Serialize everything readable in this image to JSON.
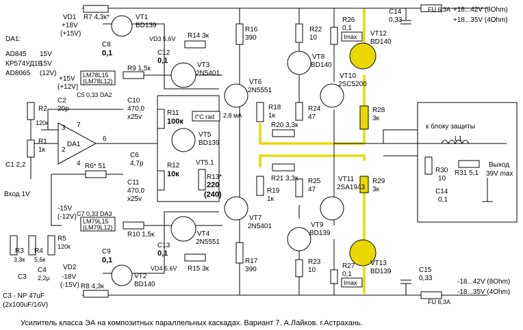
{
  "caption": "Усилитель класса ЭА на композитных параллельных каскадах. Вариант 7.     А.Лайков. г.Астрахань.",
  "opamp_note": {
    "title": "DA1:",
    "lines": [
      {
        "part": "AD845",
        "volt": "15V"
      },
      {
        "part": "КР574УД1Б",
        "volt": "15V"
      },
      {
        "part": "AD8065",
        "volt": "(12V)"
      }
    ]
  },
  "supply": {
    "pos_fuse": "FU 6,3A",
    "pos1": "+18...42V (8Ohm)",
    "pos2": "+18...35V (4Ohm)",
    "neg_fuse": "FU 6,3A",
    "neg1": "-18...42V (8Ohm)",
    "neg2": "-18...35V (4Ohm)"
  },
  "labels": {
    "vd1": "VD1",
    "vd1v": "+18V",
    "vd1v2": "(+15V)",
    "vd2": "VD2",
    "vd2v": "-18V",
    "vd2v2": "(-15V)",
    "r7": "R7  4,3к*",
    "r8": "R8  4,3к",
    "vt1": "VT1",
    "vt1t": "BD139",
    "vt2": "VT2",
    "vt2t": "BD140",
    "c8": "C8",
    "c8v": "0,1",
    "c9": "C9",
    "c9v": "0,1",
    "vd3": "VD3  5.6V",
    "vd4": "VD4  5.6V",
    "r14": "R14  3к",
    "r15": "R15  3к",
    "c12": "C12",
    "c12v": "0,1",
    "c13": "C13",
    "c13v": "0,1",
    "r9": "R9  1,5к",
    "r10": "R10  1,5к",
    "vt3": "VT3",
    "vt3t": "2N5401",
    "vt4": "VT4",
    "vt4t": "2N5551",
    "p15": "+15V",
    "p12": "(+12V)",
    "m15": "-15V",
    "m12": "(-12V)",
    "da2a": "LM78L15",
    "da2b": "(LM78L12)",
    "da2": "DA2",
    "da3a": "LM79L15",
    "da3b": "(LM79L12)",
    "da3": "DA3",
    "c5": "C5  0,33",
    "c7": "C7  0,33",
    "c10": "C10",
    "c10v": "470,0",
    "c10u": "x25v",
    "c11": "C11",
    "c11v": "470,0",
    "c11u": "x25v",
    "c2": "C2",
    "c2v": "20p",
    "r2": "R2",
    "r2v": "120к",
    "r1": "R1",
    "r1v": "1к",
    "c1": "C1  2,2",
    "da1": "DA1",
    "r6": "R6*  51",
    "c6": "C6",
    "c6v": "4,7p",
    "input": "Вход  1V",
    "r3": "R3",
    "r3v": "3,3к",
    "r4": "R4",
    "r4v": "5,6к",
    "r5": "R5",
    "r5v": "120к",
    "c3": "C3",
    "c4": "C4",
    "c4v": "2,2µ",
    "c3note": "C3 - NP 47uF",
    "c3note2": "(2x100uF/16V)",
    "r11": "R11",
    "r11v": "100к",
    "r12": "R12",
    "r12v": "10к",
    "vt5": "VT5",
    "vt5t": "BD139",
    "vt51": "VT5.1",
    "tc": "t°C rad",
    "r13": "R13*",
    "r13v": "220",
    "r13v2": "(240)",
    "r16": "R16",
    "r16v": "390",
    "r17": "R17",
    "r17v": "390",
    "vt6": "VT6",
    "vt6t": "2N5551",
    "vt7": "VT7",
    "vt7t": "2N5401",
    "ma": "2,8 мА",
    "r22": "R22",
    "r22v": "10",
    "r23": "R23",
    "r23v": "10",
    "vt8": "VT8",
    "vt8t": "BD140",
    "vt9": "VT9",
    "vt9t": "BD139",
    "r18": "R18",
    "r18v": "1к",
    "r19": "R19",
    "r19v": "1к",
    "r20": "R20  3,3к",
    "r21": "R21  3,3к",
    "r24": "R24",
    "r24v": "47",
    "r25": "R25",
    "r25v": "47",
    "vt10": "VT10",
    "vt10t": "2SC5200",
    "vt11": "VT11",
    "vt11t": "2SA1943",
    "r26": "R26",
    "r26v": "0,1",
    "r27": "R27",
    "r27v": "0,1",
    "imax": "Imax",
    "vt12": "VT12",
    "vt12t": "BD140",
    "vt13": "VT13",
    "vt13t": "BD139",
    "r28": "R28",
    "r28v": "3к",
    "r29": "R29",
    "r29v": "3к",
    "c14": "C14",
    "c14v": "0,33",
    "c15": "C15",
    "c15v": "0,33",
    "protect": "к блоку защиты",
    "l1": "L1",
    "r30": "R30",
    "r30v": "10",
    "r31": "R31  5,1",
    "c14b": "C14",
    "c14bv": "0,1",
    "out": "Выход",
    "outv": "39V max",
    "pin3": "3",
    "pin2": "2",
    "pin7": "7",
    "pin4": "4",
    "pin6": "6"
  },
  "colors": {
    "highlight": "#e8d800"
  }
}
